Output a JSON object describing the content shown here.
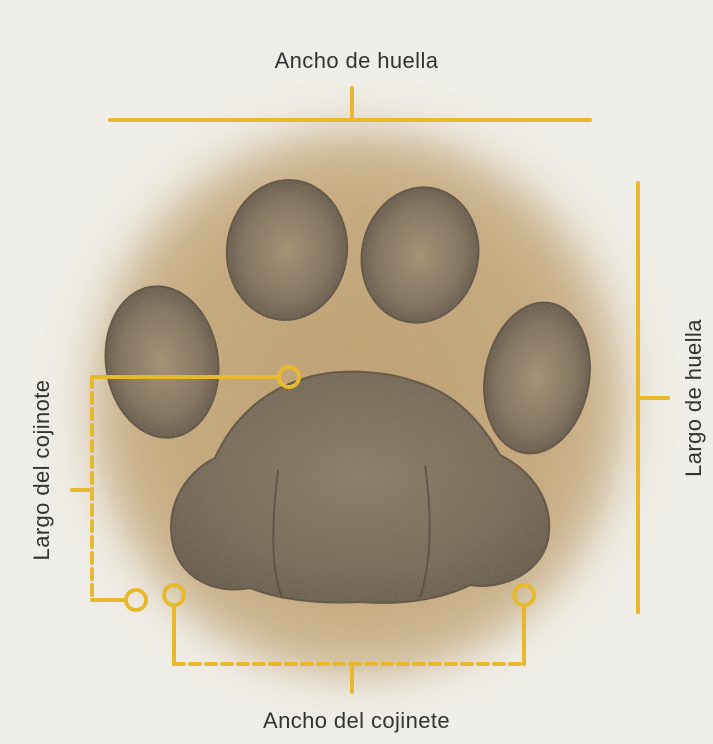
{
  "labels": {
    "print_width": "Ancho de huella",
    "print_length": "Largo de huella",
    "pad_length": "Largo del cojinote",
    "pad_width": "Ancho del cojinete"
  },
  "colors": {
    "background": "#efeee8",
    "accent": "#e8b92e",
    "text": "#333333",
    "pad": "#6e6354",
    "sand": "#c9aa78"
  }
}
